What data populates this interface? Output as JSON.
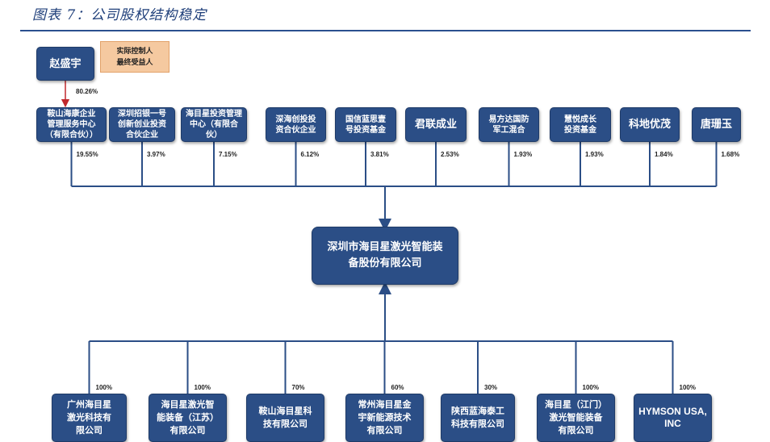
{
  "title": "图表 7：公司股权结构稳定",
  "controller": {
    "name": "赵盛宇",
    "note_line1": "实际控制人",
    "note_line2": "最终受益人",
    "pct": "80.26%"
  },
  "company": {
    "line1": "深圳市海目星激光智能装",
    "line2": "备股份有限公司"
  },
  "shareholders": [
    {
      "lines": [
        "鞍山海康企业",
        "管理服务中心",
        "（有限合伙））"
      ],
      "pct": "19.55%"
    },
    {
      "lines": [
        "深圳招银一号",
        "创新创业投资",
        "合伙企业"
      ],
      "pct": "3.97%"
    },
    {
      "lines": [
        "海目星投资管理",
        "中心（有限合伙）"
      ],
      "pct": "7.15%"
    },
    {
      "lines": [
        "深海创投投",
        "资合伙企业"
      ],
      "pct": "6.12%"
    },
    {
      "lines": [
        "国信蓝思壹",
        "号投资基金"
      ],
      "pct": "3.81%"
    },
    {
      "lines": [
        "君联成业"
      ],
      "pct": "2.53%"
    },
    {
      "lines": [
        "易方达国防",
        "军工混合"
      ],
      "pct": "1.93%"
    },
    {
      "lines": [
        "慧悦成长",
        "投资基金"
      ],
      "pct": "1.93%"
    },
    {
      "lines": [
        "科地优茂"
      ],
      "pct": "1.84%"
    },
    {
      "lines": [
        "唐珊玉"
      ],
      "pct": "1.68%"
    }
  ],
  "subsidiaries": [
    {
      "lines": [
        "广州海目星",
        "激光科技有",
        "限公司"
      ],
      "pct": "100%"
    },
    {
      "lines": [
        "海目星激光智",
        "能装备（江苏）",
        "有限公司"
      ],
      "pct": "100%"
    },
    {
      "lines": [
        "鞍山海目星科",
        "技有限公司"
      ],
      "pct": "70%"
    },
    {
      "lines": [
        "常州海目星金",
        "宇新能源技术",
        "有限公司"
      ],
      "pct": "60%"
    },
    {
      "lines": [
        "陕西蓝海泰工",
        "科技有限公司"
      ],
      "pct": "30%"
    },
    {
      "lines": [
        "海目星（江门）",
        "激光智能装备",
        "有限公司"
      ],
      "pct": "100%"
    },
    {
      "lines": [
        "HYMSON USA,",
        "INC"
      ],
      "pct": "100%"
    }
  ],
  "colors": {
    "box": "#2b4e86",
    "line": "#2b4e86",
    "note": "#f5c9a0",
    "arrow_red": "#c0282d"
  }
}
